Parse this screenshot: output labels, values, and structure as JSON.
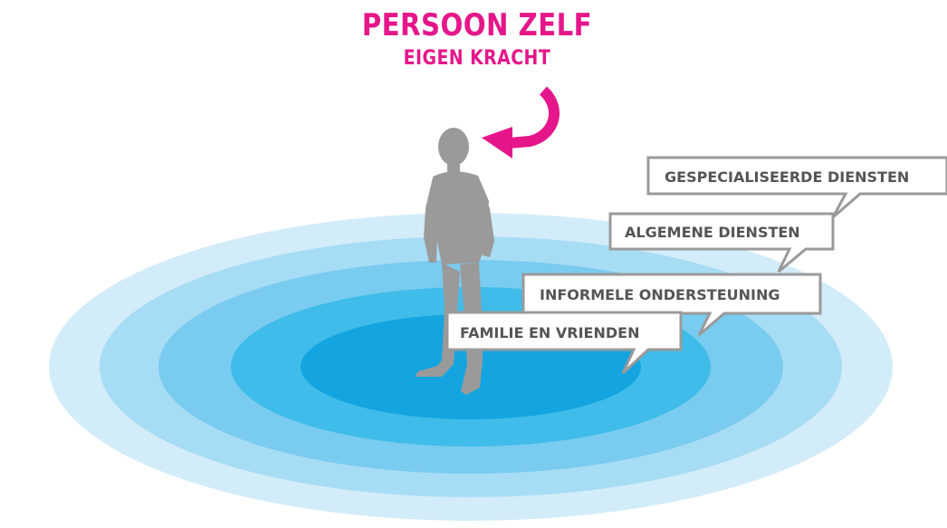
{
  "heading": {
    "title": "PERSOON ZELF",
    "subtitle": "EIGEN KRACHT"
  },
  "callouts": [
    {
      "label": "GESPECIALISEERDE DIENSTEN"
    },
    {
      "label": "ALGEMENE DIENSTEN"
    },
    {
      "label": "INFORMELE ONDERSTEUNING"
    },
    {
      "label": "FAMILIE EN VRIENDEN"
    }
  ],
  "colors": {
    "accent": "#e5168a",
    "ring_outer": "#d3ecf9",
    "ring_2": "#a7dcf5",
    "ring_3": "#79cbef",
    "ring_4": "#3fbce9",
    "ring_inner": "#14a5e0",
    "figure": "#9a9a9a",
    "label_border": "#9a9a9a",
    "label_text": "#555555"
  }
}
